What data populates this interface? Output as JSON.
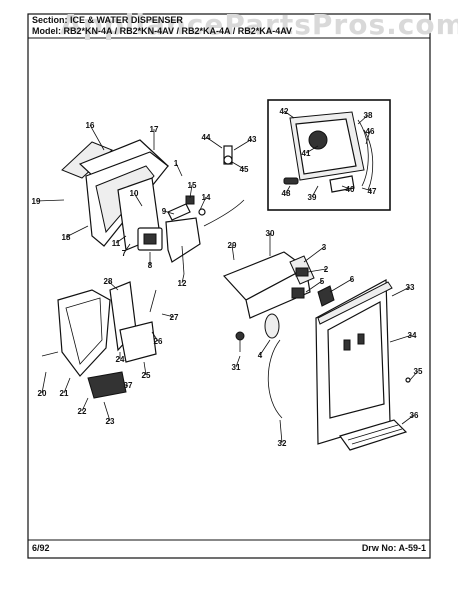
{
  "header": {
    "section": "Section: ICE & WATER DISPENSER",
    "model": "Model: RB2*KN-4A / RB2*KN-4AV / RB2*KA-4A / RB2*KA-4AV"
  },
  "watermark": "AppliancePartsPros.com",
  "callouts": [
    "1",
    "2",
    "3",
    "4",
    "5",
    "6",
    "7",
    "8",
    "9",
    "10",
    "11",
    "12",
    "14",
    "15",
    "16",
    "17",
    "18",
    "19",
    "20",
    "21",
    "22",
    "23",
    "24",
    "25",
    "26",
    "27",
    "28",
    "29",
    "30",
    "31",
    "32",
    "33",
    "34",
    "35",
    "36",
    "37",
    "38",
    "39",
    "40",
    "41",
    "42",
    "43",
    "44",
    "45",
    "46",
    "47",
    "48"
  ],
  "footer": {
    "date": "6/92",
    "drawing": "Drw No: A-59-1"
  }
}
